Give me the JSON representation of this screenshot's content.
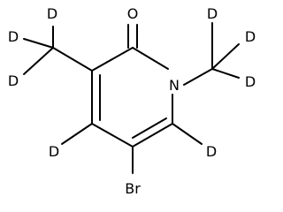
{
  "molecule": {
    "atoms": {
      "oxygen": "O",
      "nitrogen": "N",
      "bromine": "Br",
      "d_methyl_left_top": "D",
      "d_methyl_left_mid": "D",
      "d_methyl_left_bottom": "D",
      "d_methyl_right_top": "D",
      "d_methyl_right_mid": "D",
      "d_methyl_right_bottom": "D",
      "d_ring_c4": "D",
      "d_ring_c6": "D"
    }
  }
}
